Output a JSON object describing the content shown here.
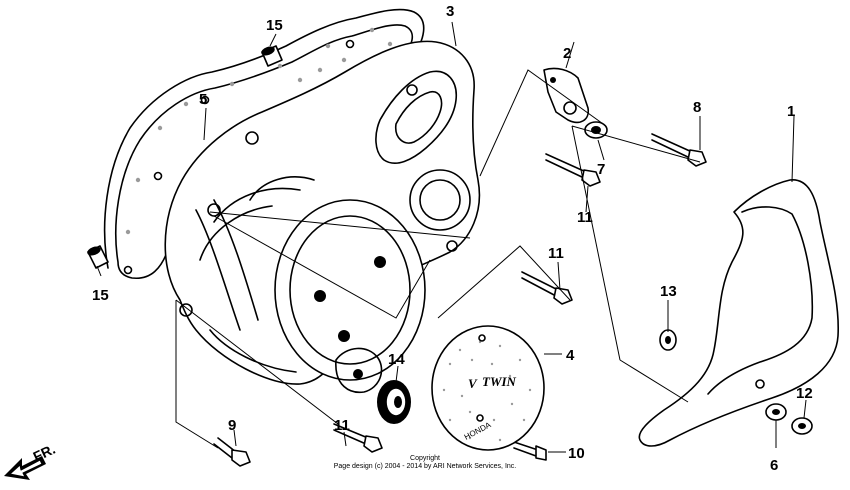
{
  "callouts": {
    "c1": "1",
    "c2": "2",
    "c3": "3",
    "c4": "4",
    "c5": "5",
    "c6": "6",
    "c7": "7",
    "c8": "8",
    "c9": "9",
    "c10": "10",
    "c11a": "11",
    "c11b": "11",
    "c11c": "11",
    "c12": "12",
    "c13": "13",
    "c14": "14",
    "c15a": "15",
    "c15b": "15"
  },
  "cover_badge": {
    "v": "V",
    "word": "TWIN",
    "brand": "HONDA"
  },
  "direction": {
    "label": "FR."
  },
  "copyright": {
    "line1": "Copyright",
    "line2": "Page design (c) 2004 - 2014 by ARI Network Services, Inc."
  }
}
